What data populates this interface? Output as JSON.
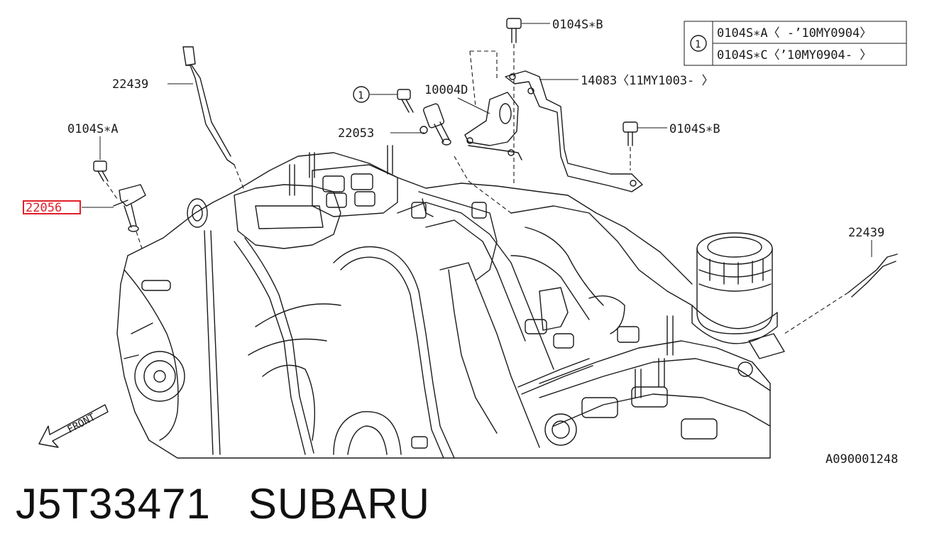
{
  "diagram": {
    "labels": {
      "top_bolt": "0104S∗B",
      "bracket": "14083〈11MY1003- 〉",
      "right_bolt": "0104S∗B",
      "glow_plug_left": "22439",
      "glow_plug_right": "22439",
      "sensor_bolt": "0104S∗A",
      "highlighted_part": "22056",
      "sensor_22053": "22053",
      "bracket_10004d": "10004D",
      "callout_ref": "1",
      "front": "FRONT",
      "drawing_code": "A090001248"
    },
    "legend_table": {
      "callout": "1",
      "rows": [
        "0104S∗A〈 -’10MY0904〉",
        "0104S∗C〈’10MY0904- 〉"
      ]
    },
    "highlight_color": "#e0202a"
  },
  "caption": {
    "part_number": "J5T33471",
    "brand": "SUBARU"
  }
}
